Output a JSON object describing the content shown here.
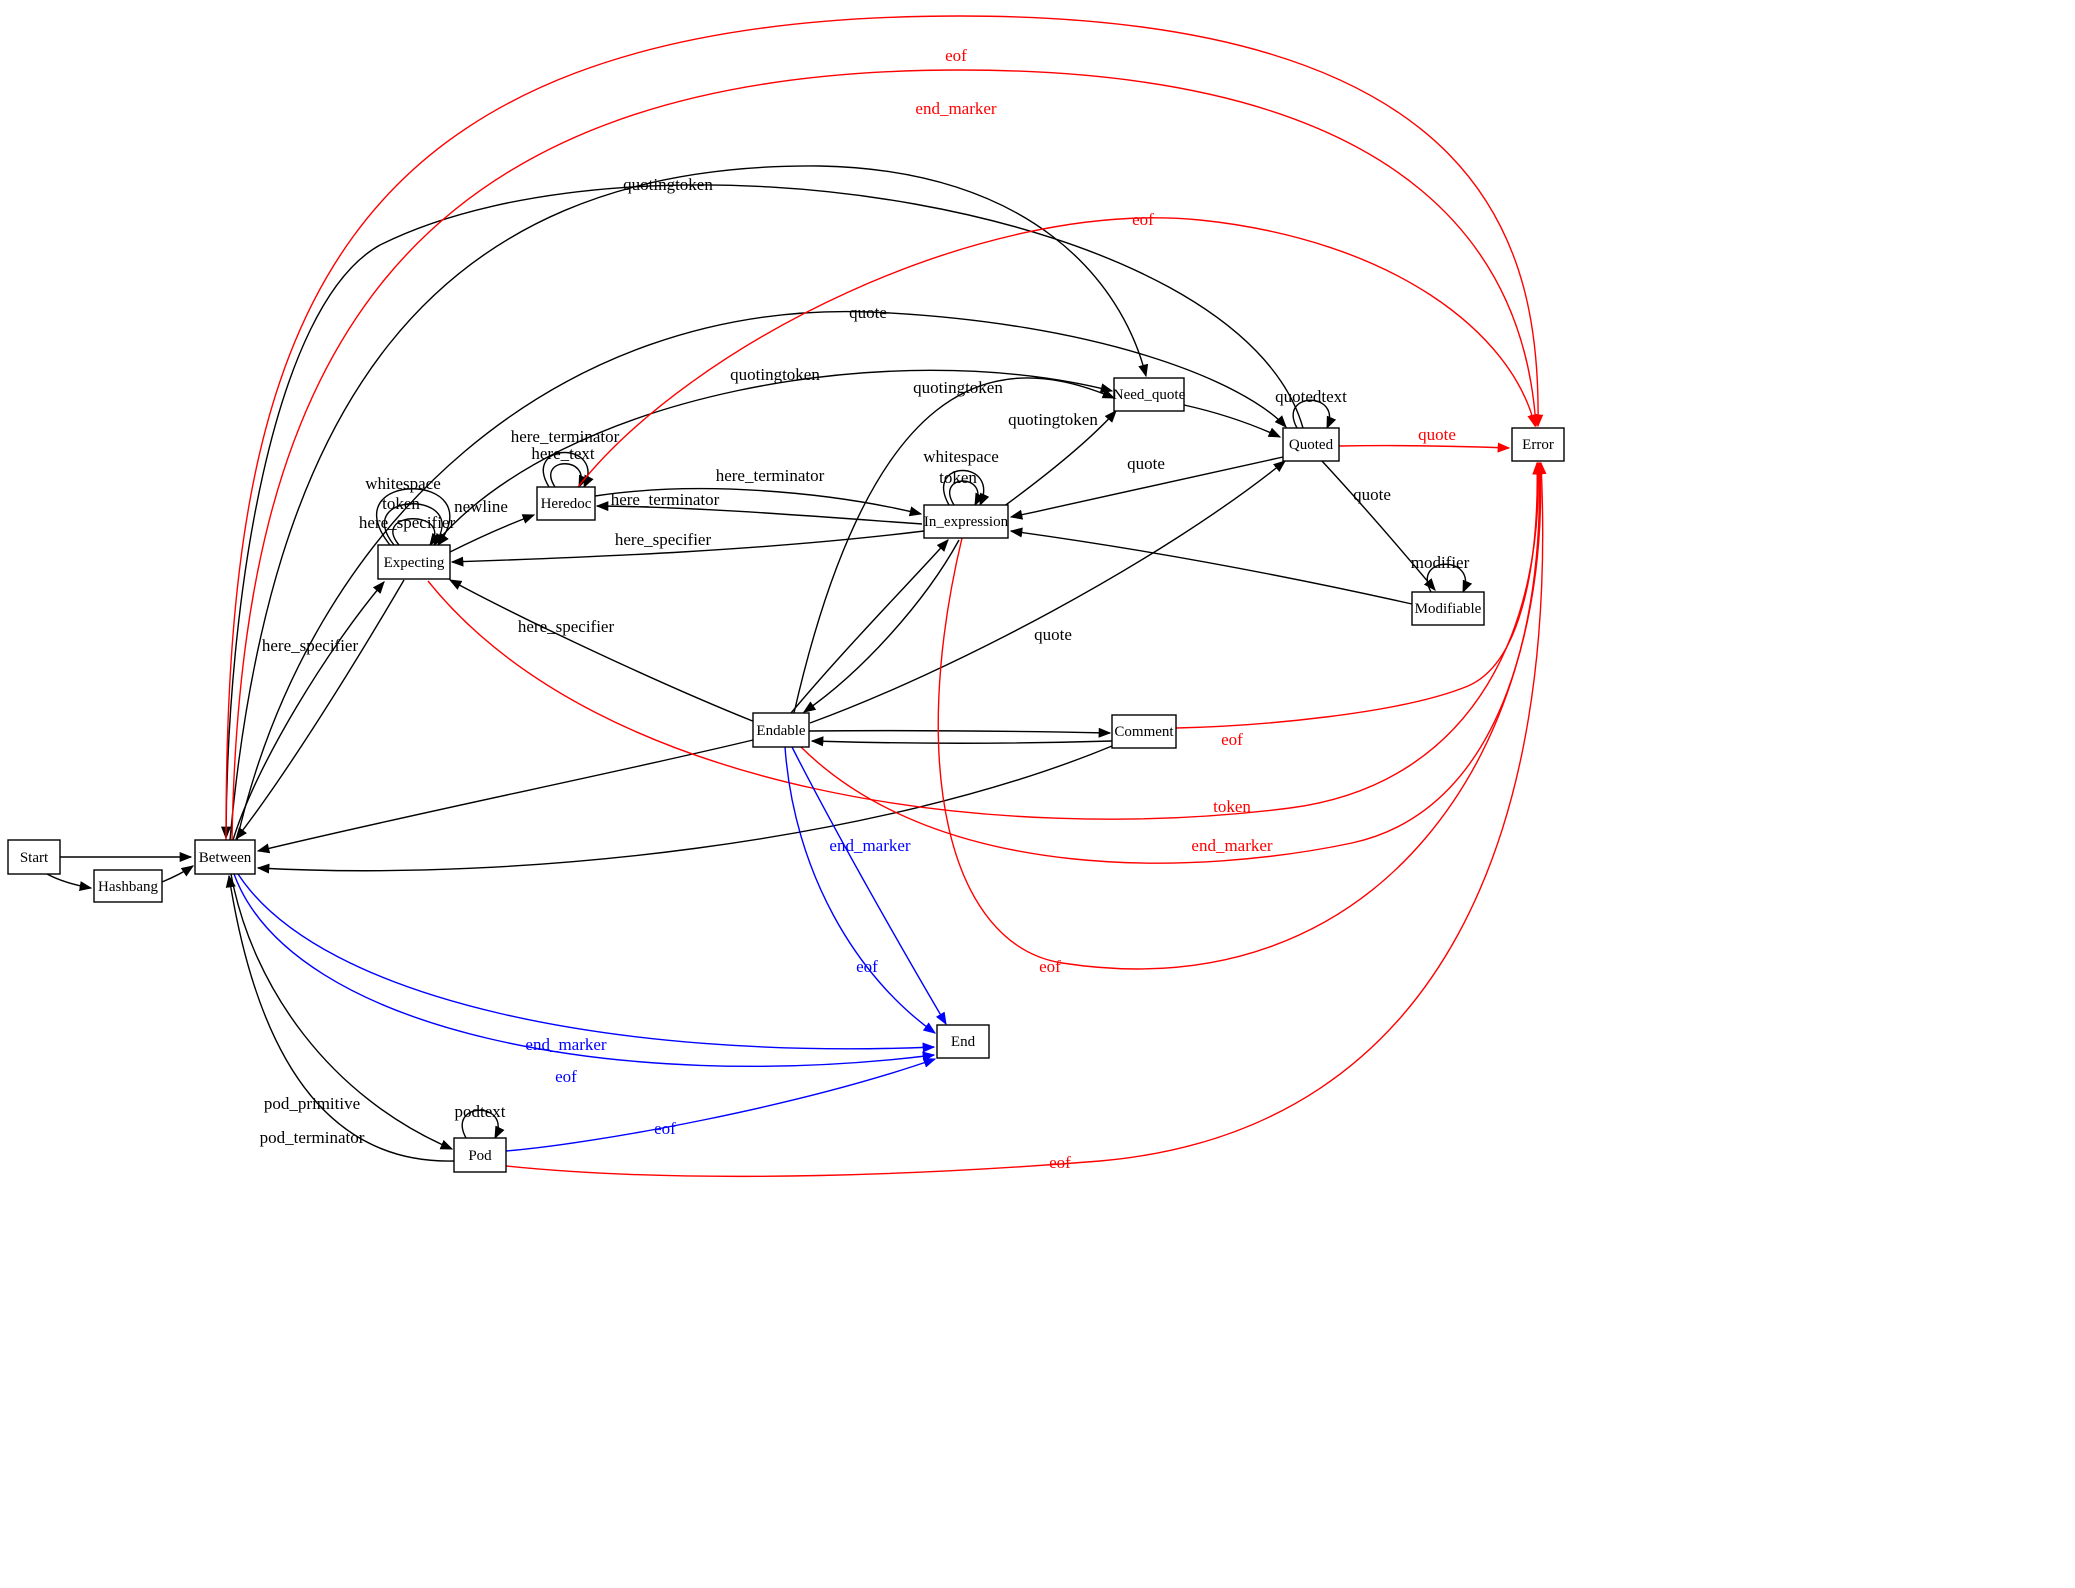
{
  "diagram": {
    "type": "state-machine-graph",
    "colors": {
      "default": "#000000",
      "error_edges": "#ff0000",
      "end_edges": "#0000ff",
      "node_fill": "#ffffff"
    },
    "nodes": [
      {
        "id": "start",
        "label": "Start"
      },
      {
        "id": "hashbang",
        "label": "Hashbang"
      },
      {
        "id": "between",
        "label": "Between"
      },
      {
        "id": "expecting",
        "label": "Expecting"
      },
      {
        "id": "heredoc",
        "label": "Heredoc"
      },
      {
        "id": "in_expression",
        "label": "In_expression"
      },
      {
        "id": "need_quote",
        "label": "Need_quote"
      },
      {
        "id": "quoted",
        "label": "Quoted"
      },
      {
        "id": "error",
        "label": "Error"
      },
      {
        "id": "modifiable",
        "label": "Modifiable"
      },
      {
        "id": "endable",
        "label": "Endable"
      },
      {
        "id": "comment",
        "label": "Comment"
      },
      {
        "id": "end",
        "label": "End"
      },
      {
        "id": "pod",
        "label": "Pod"
      }
    ],
    "edges": [
      {
        "from": "start",
        "to": "between",
        "label": "",
        "color": "black"
      },
      {
        "from": "start",
        "to": "hashbang",
        "label": "",
        "color": "black"
      },
      {
        "from": "hashbang",
        "to": "between",
        "label": "",
        "color": "black"
      },
      {
        "from": "between",
        "to": "expecting",
        "label": "here_specifier",
        "color": "black"
      },
      {
        "from": "expecting",
        "to": "expecting",
        "label": "whitespace",
        "color": "black"
      },
      {
        "from": "expecting",
        "to": "expecting",
        "label": "token",
        "color": "black"
      },
      {
        "from": "expecting",
        "to": "expecting",
        "label": "here_specifier",
        "color": "black"
      },
      {
        "from": "expecting",
        "to": "heredoc",
        "label": "newline",
        "color": "black"
      },
      {
        "from": "heredoc",
        "to": "heredoc",
        "label": "here_terminator",
        "color": "black"
      },
      {
        "from": "heredoc",
        "to": "heredoc",
        "label": "here_text",
        "color": "black"
      },
      {
        "from": "heredoc",
        "to": "in_expression",
        "label": "here_terminator",
        "color": "black"
      },
      {
        "from": "in_expression",
        "to": "heredoc",
        "label": "here_terminator",
        "color": "black"
      },
      {
        "from": "in_expression",
        "to": "in_expression",
        "label": "whitespace",
        "color": "black"
      },
      {
        "from": "in_expression",
        "to": "in_expression",
        "label": "token",
        "color": "black"
      },
      {
        "from": "in_expression",
        "to": "need_quote",
        "label": "quotingtoken",
        "color": "black"
      },
      {
        "from": "expecting",
        "to": "need_quote",
        "label": "quotingtoken",
        "color": "black"
      },
      {
        "from": "between",
        "to": "need_quote",
        "label": "quotingtoken",
        "color": "black"
      },
      {
        "from": "endable",
        "to": "need_quote",
        "label": "quotingtoken",
        "color": "black"
      },
      {
        "from": "between",
        "to": "quoted",
        "label": "quote",
        "color": "black"
      },
      {
        "from": "quoted",
        "to": "quoted",
        "label": "quotedtext",
        "color": "black"
      },
      {
        "from": "quoted",
        "to": "error",
        "label": "quote",
        "color": "red"
      },
      {
        "from": "quoted",
        "to": "in_expression",
        "label": "quote",
        "color": "black"
      },
      {
        "from": "quoted",
        "to": "modifiable",
        "label": "quote",
        "color": "black"
      },
      {
        "from": "modifiable",
        "to": "modifiable",
        "label": "modifier",
        "color": "black"
      },
      {
        "from": "modifiable",
        "to": "in_expression",
        "label": "",
        "color": "black"
      },
      {
        "from": "endable",
        "to": "comment",
        "label": "",
        "color": "black"
      },
      {
        "from": "comment",
        "to": "endable",
        "label": "",
        "color": "black"
      },
      {
        "from": "endable",
        "to": "expecting",
        "label": "here_specifier",
        "color": "black"
      },
      {
        "from": "endable",
        "to": "in_expression",
        "label": "",
        "color": "black"
      },
      {
        "from": "in_expression",
        "to": "endable",
        "label": "",
        "color": "black"
      },
      {
        "from": "endable",
        "to": "quoted",
        "label": "quote",
        "color": "black"
      },
      {
        "from": "endable",
        "to": "between",
        "label": "",
        "color": "black"
      },
      {
        "from": "comment",
        "to": "between",
        "label": "",
        "color": "black"
      },
      {
        "from": "between",
        "to": "pod",
        "label": "pod_primitive",
        "color": "black"
      },
      {
        "from": "pod",
        "to": "between",
        "label": "pod_terminator",
        "color": "black"
      },
      {
        "from": "pod",
        "to": "pod",
        "label": "podtext",
        "color": "black"
      },
      {
        "from": "need_quote",
        "to": "quoted",
        "label": "",
        "color": "black"
      },
      {
        "from": "quoted",
        "to": "between",
        "label": "",
        "color": "black"
      },
      {
        "from": "expecting",
        "to": "between",
        "label": "",
        "color": "black"
      },
      {
        "from": "in_expression",
        "to": "expecting",
        "label": "here_specifier",
        "color": "black"
      },
      {
        "from": "between",
        "to": "error",
        "label": "eof",
        "color": "red"
      },
      {
        "from": "between",
        "to": "error",
        "label": "end_marker",
        "color": "red"
      },
      {
        "from": "heredoc",
        "to": "error",
        "label": "eof",
        "color": "red"
      },
      {
        "from": "comment",
        "to": "error",
        "label": "eof",
        "color": "red"
      },
      {
        "from": "expecting",
        "to": "error",
        "label": "token",
        "color": "red"
      },
      {
        "from": "endable",
        "to": "error",
        "label": "end_marker",
        "color": "red"
      },
      {
        "from": "in_expression",
        "to": "error",
        "label": "eof",
        "color": "red"
      },
      {
        "from": "pod",
        "to": "error",
        "label": "eof",
        "color": "red"
      },
      {
        "from": "endable",
        "to": "end",
        "label": "end_marker",
        "color": "blue"
      },
      {
        "from": "endable",
        "to": "end",
        "label": "eof",
        "color": "blue"
      },
      {
        "from": "between",
        "to": "end",
        "label": "end_marker",
        "color": "blue"
      },
      {
        "from": "between",
        "to": "end",
        "label": "eof",
        "color": "blue"
      },
      {
        "from": "pod",
        "to": "end",
        "label": "eof",
        "color": "blue"
      }
    ]
  }
}
